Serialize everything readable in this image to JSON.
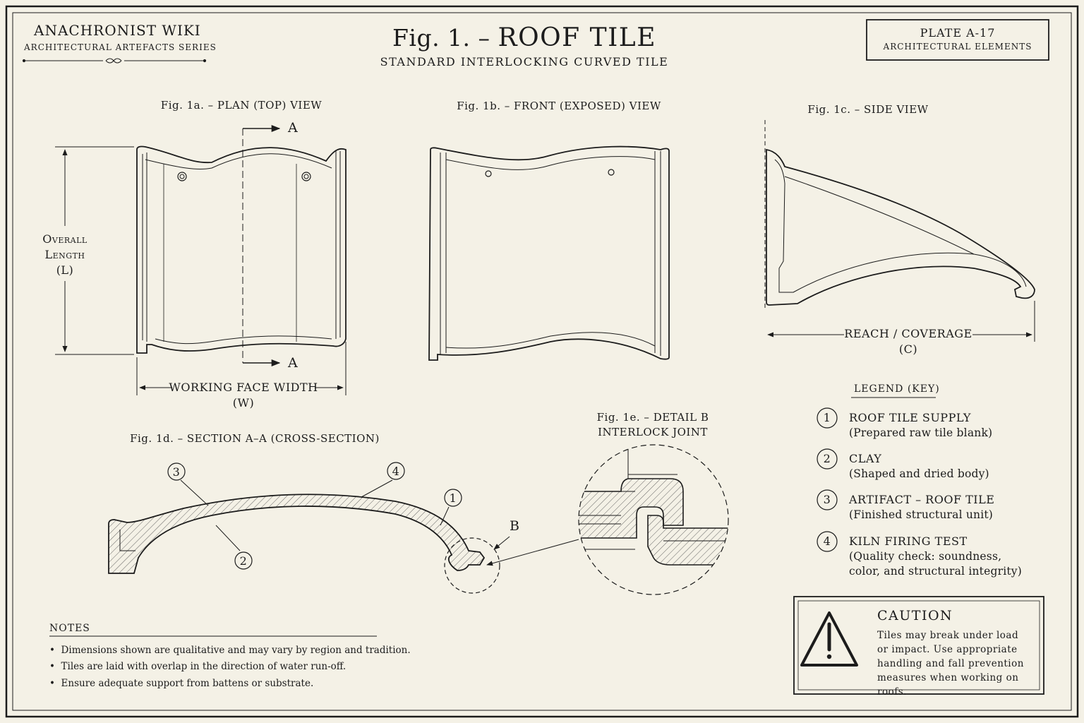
{
  "header": {
    "series_title": "ANACHRONIST WIKI",
    "series_subtitle": "ARCHITECTURAL ARTEFACTS SERIES",
    "fig_prefix": "Fig. 1. –",
    "fig_title": "ROOF TILE",
    "fig_subtitle": "STANDARD INTERLOCKING CURVED TILE",
    "plate_number": "PLATE A-17",
    "plate_subtitle": "ARCHITECTURAL ELEMENTS"
  },
  "views": {
    "plan": {
      "label": "Fig. 1a. – PLAN (TOP) VIEW",
      "section_mark": "A",
      "length_dim": [
        "Overall",
        "Length",
        "(L)"
      ],
      "width_dim": "WORKING FACE WIDTH",
      "width_abbr": "(W)"
    },
    "front": {
      "label": "Fig. 1b. – FRONT (EXPOSED) VIEW"
    },
    "side": {
      "label": "Fig. 1c. – SIDE VIEW",
      "reach_dim": "REACH / COVERAGE",
      "reach_abbr": "(C)"
    },
    "section": {
      "label": "Fig. 1d. – SECTION A–A (CROSS-SECTION)",
      "detail_mark": "B",
      "callouts": [
        "3",
        "4",
        "1",
        "2"
      ]
    },
    "detail": {
      "label_line1": "Fig. 1e. – DETAIL B",
      "label_line2": "INTERLOCK JOINT"
    }
  },
  "legend": {
    "heading": "LEGEND (KEY)",
    "items": [
      {
        "num": "1",
        "title": "ROOF TILE SUPPLY",
        "desc": [
          "(Prepared raw tile blank)"
        ]
      },
      {
        "num": "2",
        "title": "CLAY",
        "desc": [
          "(Shaped and dried body)"
        ]
      },
      {
        "num": "3",
        "title": "ARTIFACT – ROOF TILE",
        "desc": [
          "(Finished structural unit)"
        ]
      },
      {
        "num": "4",
        "title": "KILN FIRING TEST",
        "desc": [
          "(Quality check: soundness,",
          "color, and structural integrity)"
        ]
      }
    ]
  },
  "notes": {
    "heading": "NOTES",
    "items": [
      "Dimensions shown are qualitative and may vary by region and tradition.",
      "Tiles are laid with overlap in the direction of water run-off.",
      "Ensure adequate support from battens or substrate."
    ]
  },
  "caution": {
    "title": "CAUTION",
    "body": "Tiles may break under load or impact. Use appropriate handling and fall prevention measures when working on roofs."
  },
  "colors": {
    "paper": "#f4f1e6",
    "ink": "#1c1c1c"
  }
}
